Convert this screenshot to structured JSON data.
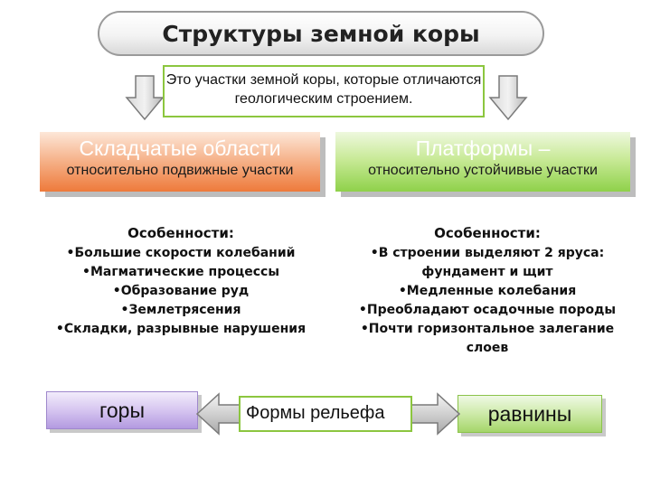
{
  "title": "Структуры земной коры",
  "definition": "Это участки земной коры, которые отличаются геологическим строением.",
  "categories": [
    {
      "title": "Складчатые области",
      "subtitle": "относительно подвижные участки",
      "features_heading": "Особенности:",
      "features": [
        "•Большие скорости колебаний",
        "•Магматические процессы",
        "•Образование руд",
        "•Землетрясения",
        "•Складки, разрывные нарушения"
      ]
    },
    {
      "title": "Платформы –",
      "subtitle": "относительно устойчивые участки",
      "features_heading": "Особенности:",
      "features": [
        "•В строении выделяют 2 яруса: фундамент и щит",
        "•Медленные колебания",
        "•Преобладают осадочные породы",
        "•Почти горизонтальное залегание слоев"
      ]
    }
  ],
  "bottom": {
    "left": "горы",
    "center": "Формы рельефа",
    "right": "равнины"
  },
  "colors": {
    "orange_box": "#ee7a3b",
    "green_box": "#8fd14a",
    "purple_box": "#b39ae0",
    "outline_green": "#8cc63f",
    "arrow_gray": "#bfbfbf"
  }
}
